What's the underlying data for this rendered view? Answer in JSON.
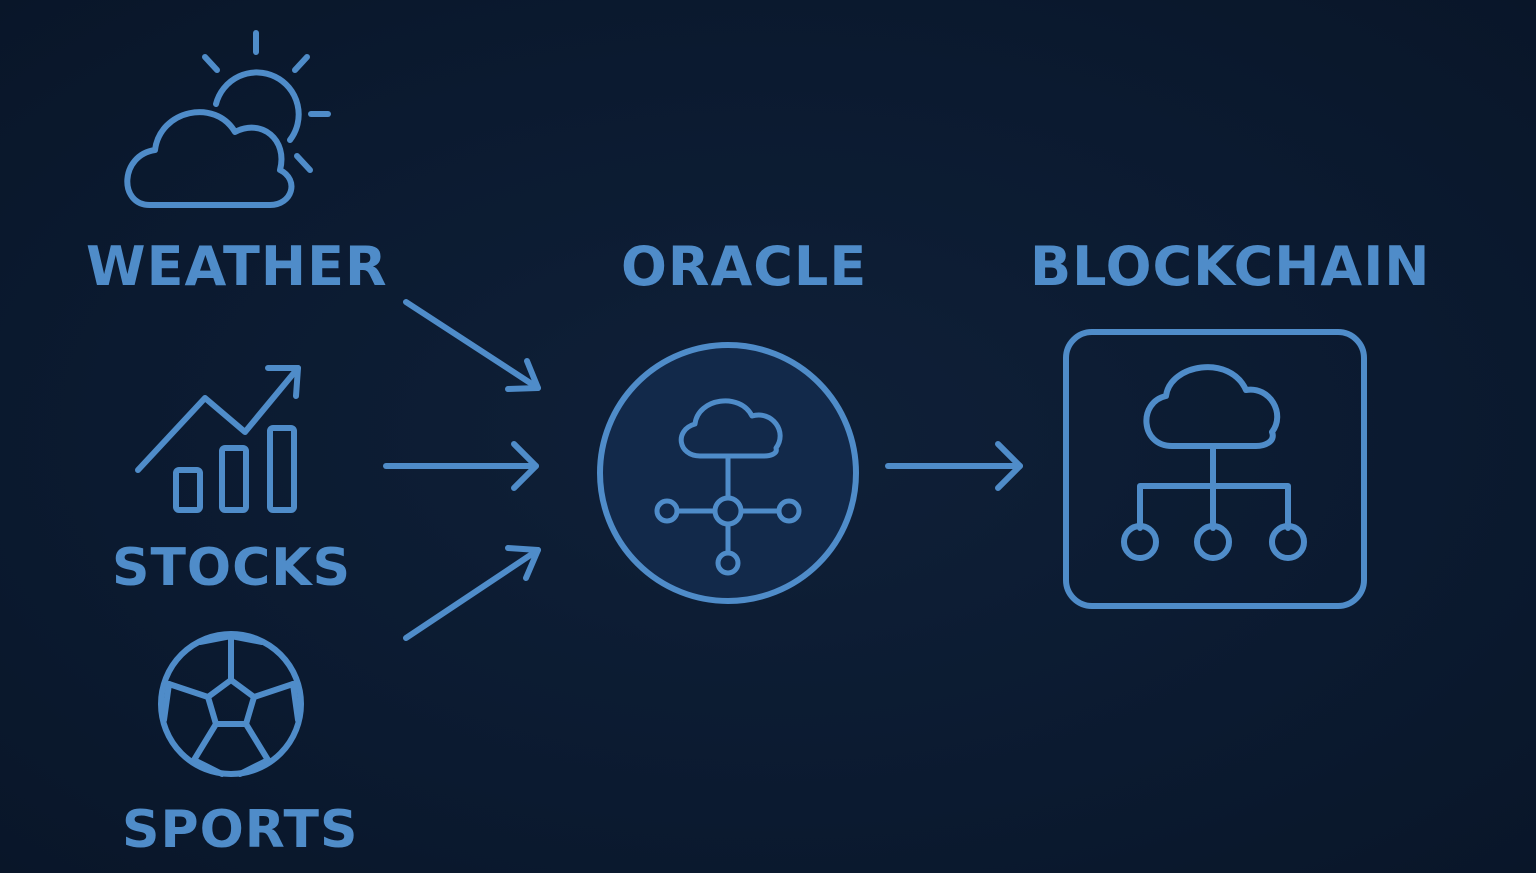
{
  "sources": [
    {
      "id": "weather",
      "label": "WEATHER",
      "icon": "sun-cloud-icon"
    },
    {
      "id": "stocks",
      "label": "STOCKS",
      "icon": "stock-chart-icon"
    },
    {
      "id": "sports",
      "label": "SPORTS",
      "icon": "soccer-ball-icon"
    }
  ],
  "oracle": {
    "label": "ORACLE",
    "icon": "cloud-network-icon"
  },
  "blockchain": {
    "label": "BLOCKCHAIN",
    "icon": "cloud-tree-icon"
  },
  "colors": {
    "background": "#0b1a30",
    "accent": "#4f8cc9",
    "oracle_fill": "#12294a"
  }
}
